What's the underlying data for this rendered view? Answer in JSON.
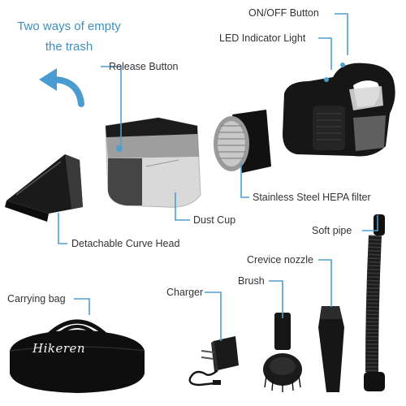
{
  "headline": {
    "line1": "Two ways of empty",
    "line2": "the trash"
  },
  "labels": {
    "on_off": "ON/OFF Button",
    "led": "LED Indicator Light",
    "release": "Release Button",
    "hepa": "Stainless Steel HEPA filter",
    "dust_cup": "Dust Cup",
    "curve_head": "Detachable Curve Head",
    "soft_pipe": "Soft pipe",
    "crevice": "Crevice nozzle",
    "brush": "Brush",
    "charger": "Charger",
    "carrying_bag": "Carrying bag"
  },
  "bag_logo": "Hikeren",
  "colors": {
    "accent": "#3d8fbf",
    "product": "#141414",
    "callout": "#4f9fce"
  },
  "icons": [
    "curved-arrow-icon"
  ]
}
